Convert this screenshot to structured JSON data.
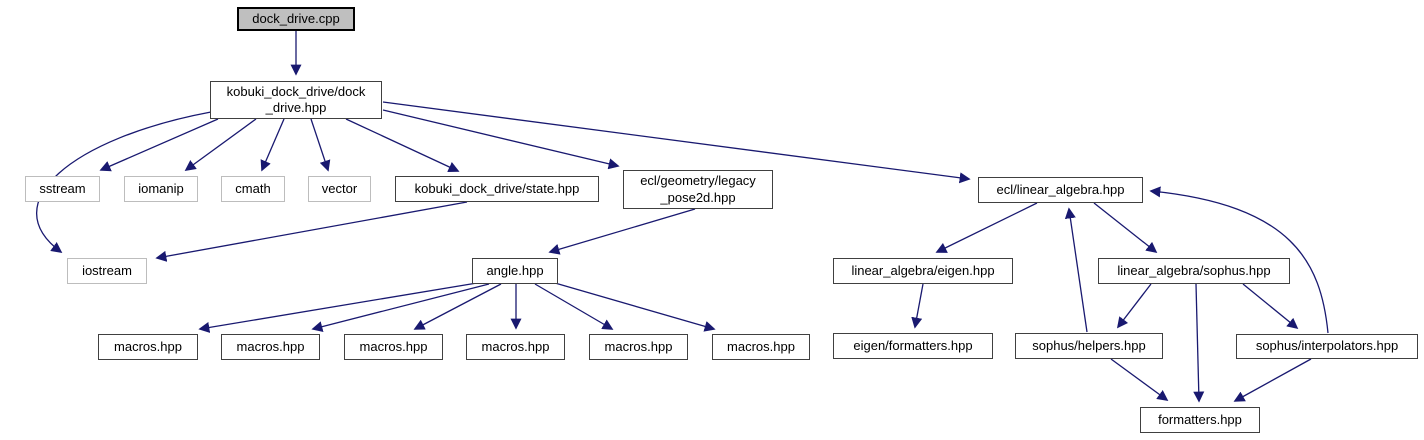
{
  "diagram": {
    "type": "include-dependency-graph",
    "colors": {
      "edge": "#191970",
      "focus_fill": "#bfbfbf",
      "node_border": "#404040",
      "external_node_border": "#bdbdbd",
      "background": "#ffffff"
    },
    "nodes": [
      {
        "id": "dock_drive_cpp",
        "label": "dock_drive.cpp",
        "kind": "focus"
      },
      {
        "id": "dock_drive_hpp",
        "label": "kobuki_dock_drive/dock_drive.hpp",
        "lines": [
          "kobuki_dock_drive/dock",
          "_drive.hpp"
        ],
        "kind": "header"
      },
      {
        "id": "sstream",
        "label": "sstream",
        "kind": "external"
      },
      {
        "id": "iomanip",
        "label": "iomanip",
        "kind": "external"
      },
      {
        "id": "cmath",
        "label": "cmath",
        "kind": "external"
      },
      {
        "id": "vector",
        "label": "vector",
        "kind": "external"
      },
      {
        "id": "state_hpp",
        "label": "kobuki_dock_drive/state.hpp",
        "kind": "header"
      },
      {
        "id": "legacy_pose2d",
        "label": "ecl/geometry/legacy_pose2d.hpp",
        "lines": [
          "ecl/geometry/legacy",
          "_pose2d.hpp"
        ],
        "kind": "header"
      },
      {
        "id": "linear_algebra",
        "label": "ecl/linear_algebra.hpp",
        "kind": "header"
      },
      {
        "id": "iostream",
        "label": "iostream",
        "kind": "external"
      },
      {
        "id": "angle_hpp",
        "label": "angle.hpp",
        "kind": "header"
      },
      {
        "id": "macros_1",
        "label": "macros.hpp",
        "kind": "header"
      },
      {
        "id": "macros_2",
        "label": "macros.hpp",
        "kind": "header"
      },
      {
        "id": "macros_3",
        "label": "macros.hpp",
        "kind": "header"
      },
      {
        "id": "macros_4",
        "label": "macros.hpp",
        "kind": "header"
      },
      {
        "id": "macros_5",
        "label": "macros.hpp",
        "kind": "header"
      },
      {
        "id": "macros_6",
        "label": "macros.hpp",
        "kind": "header"
      },
      {
        "id": "la_eigen",
        "label": "linear_algebra/eigen.hpp",
        "kind": "header"
      },
      {
        "id": "la_sophus",
        "label": "linear_algebra/sophus.hpp",
        "kind": "header"
      },
      {
        "id": "eigen_formatters",
        "label": "eigen/formatters.hpp",
        "kind": "header"
      },
      {
        "id": "sophus_helpers",
        "label": "sophus/helpers.hpp",
        "kind": "header"
      },
      {
        "id": "sophus_interp",
        "label": "sophus/interpolators.hpp",
        "kind": "header"
      },
      {
        "id": "formatters",
        "label": "formatters.hpp",
        "kind": "header"
      }
    ],
    "edges": [
      {
        "from": "dock_drive_cpp",
        "to": "dock_drive_hpp"
      },
      {
        "from": "dock_drive_hpp",
        "to": "sstream"
      },
      {
        "from": "dock_drive_hpp",
        "to": "iomanip"
      },
      {
        "from": "dock_drive_hpp",
        "to": "cmath"
      },
      {
        "from": "dock_drive_hpp",
        "to": "vector"
      },
      {
        "from": "dock_drive_hpp",
        "to": "state_hpp"
      },
      {
        "from": "dock_drive_hpp",
        "to": "legacy_pose2d"
      },
      {
        "from": "dock_drive_hpp",
        "to": "linear_algebra"
      },
      {
        "from": "dock_drive_hpp",
        "to": "iostream"
      },
      {
        "from": "state_hpp",
        "to": "iostream"
      },
      {
        "from": "legacy_pose2d",
        "to": "angle_hpp"
      },
      {
        "from": "angle_hpp",
        "to": "macros_1"
      },
      {
        "from": "angle_hpp",
        "to": "macros_2"
      },
      {
        "from": "angle_hpp",
        "to": "macros_3"
      },
      {
        "from": "angle_hpp",
        "to": "macros_4"
      },
      {
        "from": "angle_hpp",
        "to": "macros_5"
      },
      {
        "from": "angle_hpp",
        "to": "macros_6"
      },
      {
        "from": "linear_algebra",
        "to": "la_eigen"
      },
      {
        "from": "linear_algebra",
        "to": "la_sophus"
      },
      {
        "from": "la_eigen",
        "to": "eigen_formatters"
      },
      {
        "from": "la_sophus",
        "to": "sophus_helpers"
      },
      {
        "from": "la_sophus",
        "to": "formatters"
      },
      {
        "from": "la_sophus",
        "to": "sophus_interp"
      },
      {
        "from": "sophus_helpers",
        "to": "linear_algebra"
      },
      {
        "from": "sophus_interp",
        "to": "linear_algebra"
      },
      {
        "from": "sophus_helpers",
        "to": "formatters"
      },
      {
        "from": "sophus_interp",
        "to": "formatters"
      }
    ]
  }
}
